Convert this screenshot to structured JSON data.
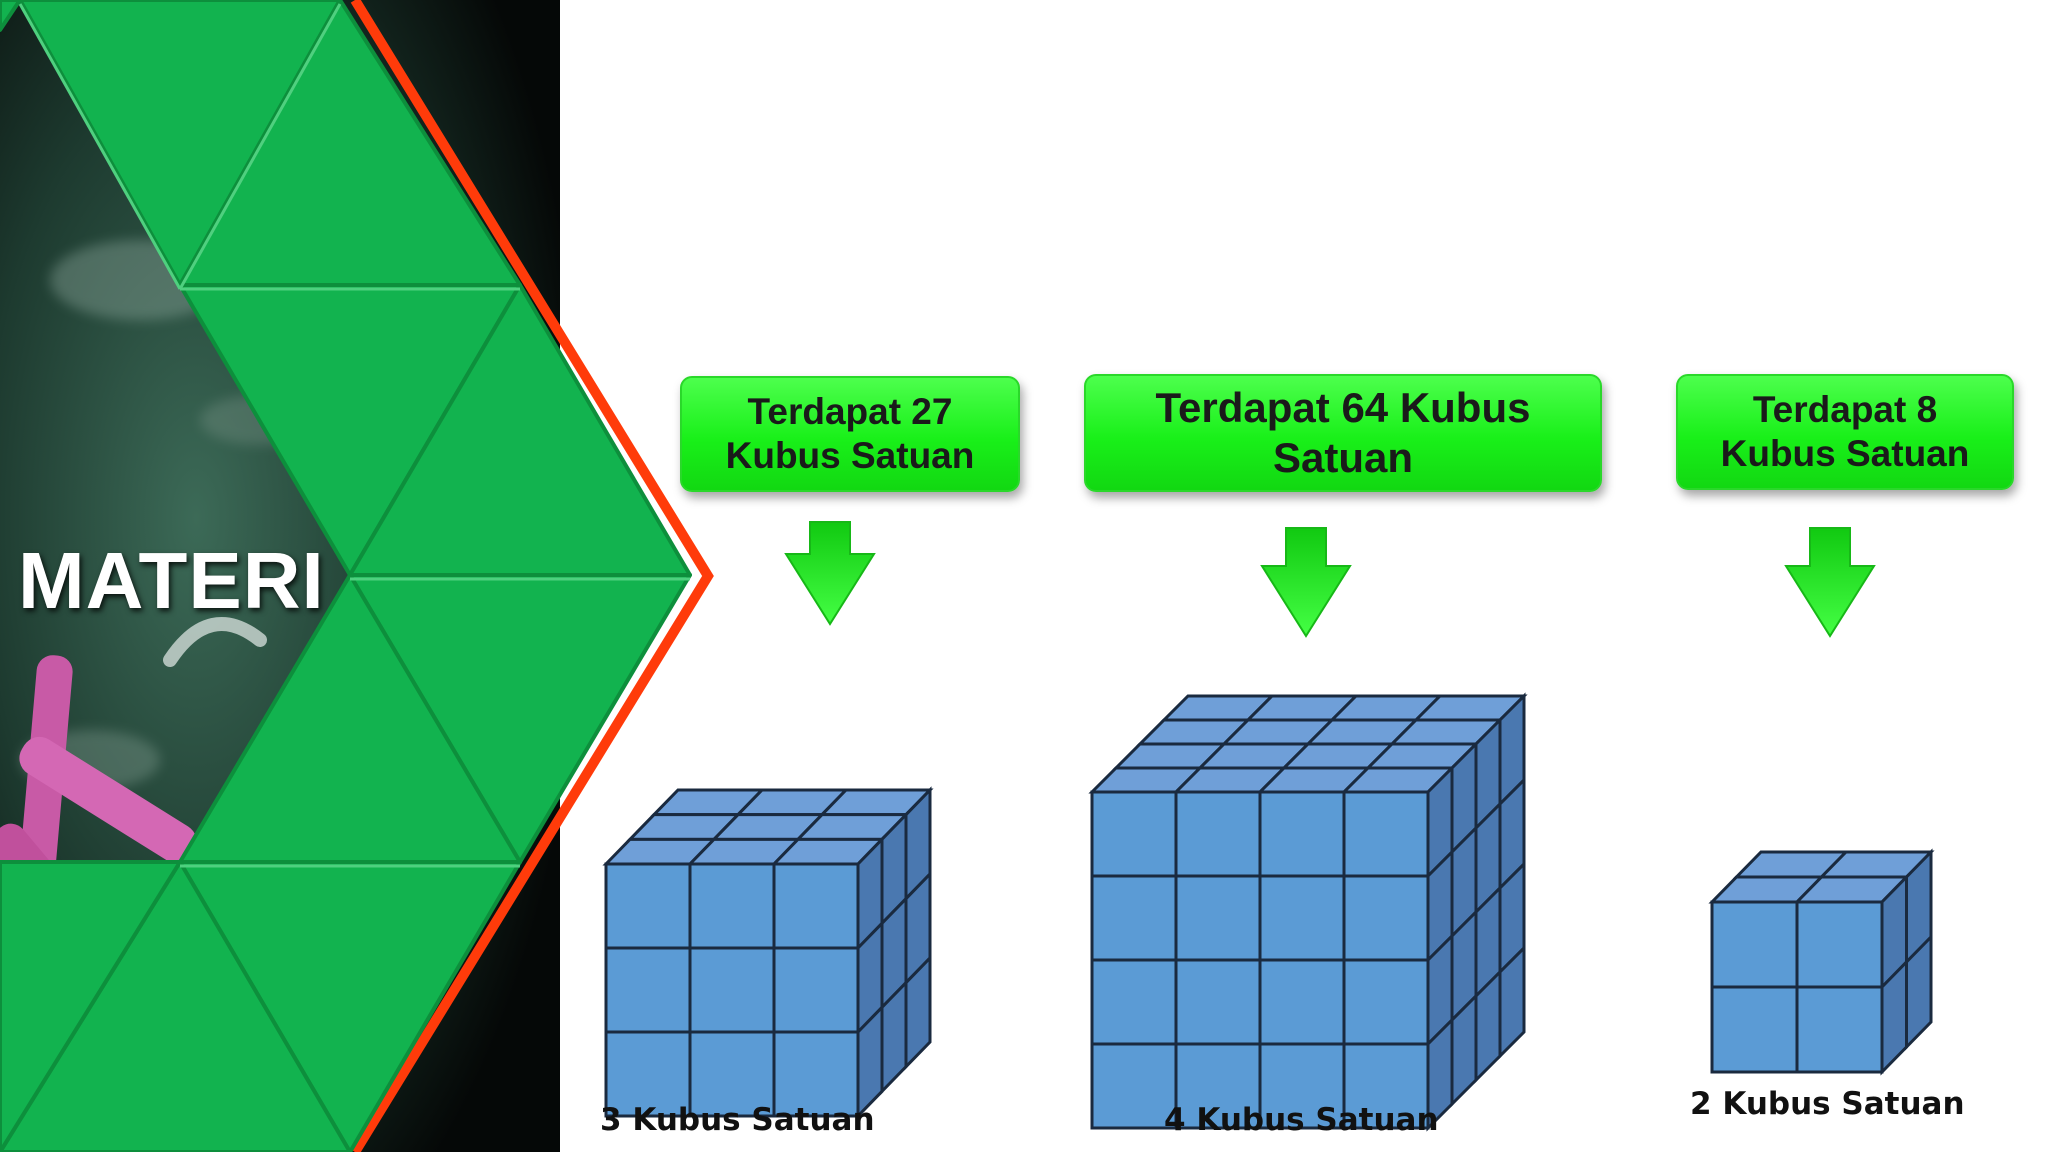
{
  "section_title": "MATERI",
  "boxes": [
    {
      "text": "Terdapat 27\nKubus Satuan"
    },
    {
      "text": "Terdapat 64 Kubus\nSatuan"
    },
    {
      "text": "Terdapat 8\nKubus Satuan"
    }
  ],
  "cubes": [
    {
      "label": "3 Kubus Satuan",
      "n": 3
    },
    {
      "label": "4 Kubus Satuan",
      "n": 4
    },
    {
      "label": "2 Kubus Satuan",
      "n": 2
    }
  ],
  "colors": {
    "triangle_green": "#12b34f",
    "box_green": "#22ee22",
    "arrow_green": "#22dd22",
    "cube_front": "#5b9bd5",
    "cube_top": "#6f9fd8",
    "cube_side": "#4a78b0",
    "edge_orange": "#ff3b0a"
  }
}
